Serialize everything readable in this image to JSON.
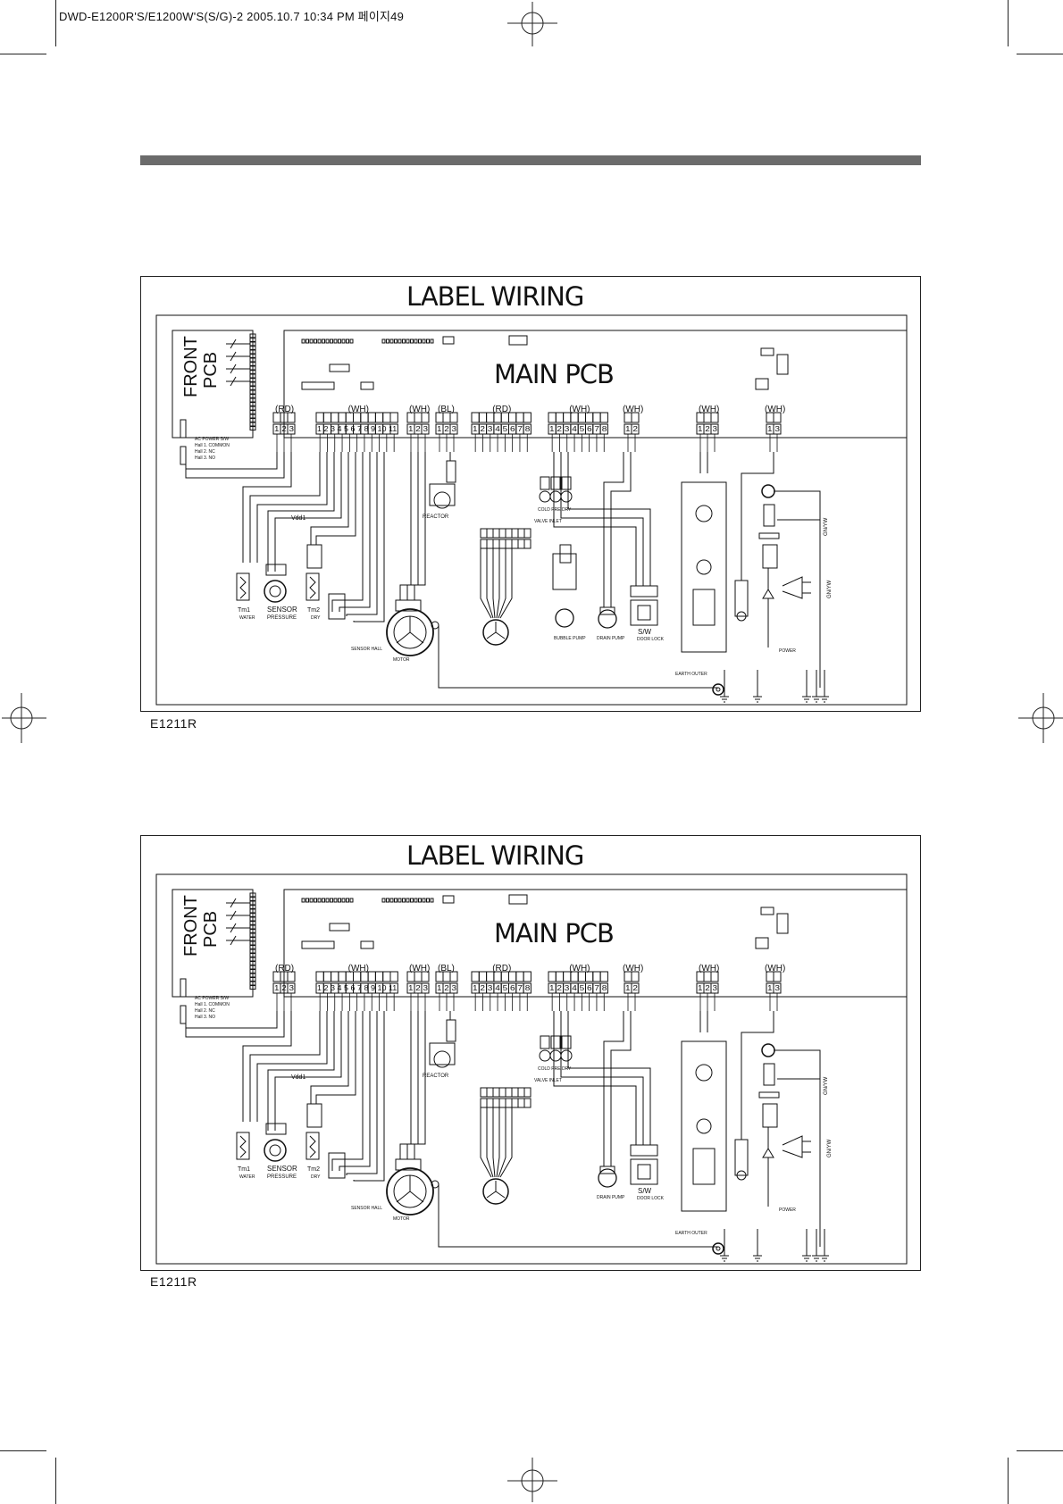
{
  "header": {
    "text": "DWD-E1200R'S/E1200W'S(S/G)-2  2005.10.7 10:34 PM 페이지49"
  },
  "diagrams": [
    {
      "title": "LABEL WIRING",
      "main_pcb_label": "MAIN PCB",
      "front_pcb_label": "FRONT PCB",
      "connector_colors": [
        "(RD)",
        "(WH)",
        "(WH)",
        "(BL)",
        "(RD)",
        "(WH)",
        "(WH)",
        "(WH)",
        "(WH)"
      ],
      "connector_pins": [
        "1 2 3",
        "1 2 3 4 5 6 7 8 9 10 11",
        "1 2 3",
        "1 2 3",
        "1 2 3 4 5 6 7 8",
        "1 2 3 4 5 6 7 8",
        "1 2",
        "1 2 3",
        "1 3"
      ],
      "components": {
        "reactor": "REACTOR",
        "sensor_pressure_1": "SENSOR",
        "sensor_pressure_2": "PRESSURE",
        "tm1": "Tm1",
        "tm2": "Tm2",
        "water": "WATER",
        "dry": "DRY",
        "sensor_hall": "SENSOR HALL",
        "bubble_pump": "BUBBLE PUMP",
        "drain_pump": "DRAIN PUMP",
        "sw": "S/W",
        "door_lock": "DOOR LOCK",
        "valve_inlet": "VALVE INLET",
        "vdd": "Vdd1",
        "earth": "EARTH OUTER",
        "gnyw": "GN/YW"
      },
      "model": "E1211R"
    },
    {
      "title": "LABEL WIRING",
      "main_pcb_label": "MAIN PCB",
      "front_pcb_label": "FRONT PCB",
      "connector_colors": [
        "(RD)",
        "(WH)",
        "(WH)",
        "(BL)",
        "(RD)",
        "(WH)",
        "(WH)",
        "(WH)",
        "(WH)"
      ],
      "connector_pins": [
        "1 2 3",
        "1 2 3 4 5 6 7 8 9 10 11",
        "1 2 3",
        "1 2 3",
        "1 2 3 4 5 6 7 8",
        "1 2 3 4 5 6 7 8",
        "1 2",
        "1 2 3",
        "1 3"
      ],
      "components": {
        "reactor": "REACTOR",
        "sensor_pressure_1": "SENSOR",
        "sensor_pressure_2": "PRESSURE",
        "tm1": "Tm1",
        "tm2": "Tm2",
        "water": "WATER",
        "dry": "DRY",
        "sensor_hall": "SENSOR HALL",
        "bubble_pump": "",
        "drain_pump": "DRAIN PUMP",
        "sw": "S/W",
        "door_lock": "DOOR LOCK",
        "valve_inlet": "VALVE INLET",
        "vdd": "Vdd1",
        "earth": "EARTH OUTER",
        "gnyw": "GN/YW"
      },
      "model": "E1211R"
    }
  ]
}
